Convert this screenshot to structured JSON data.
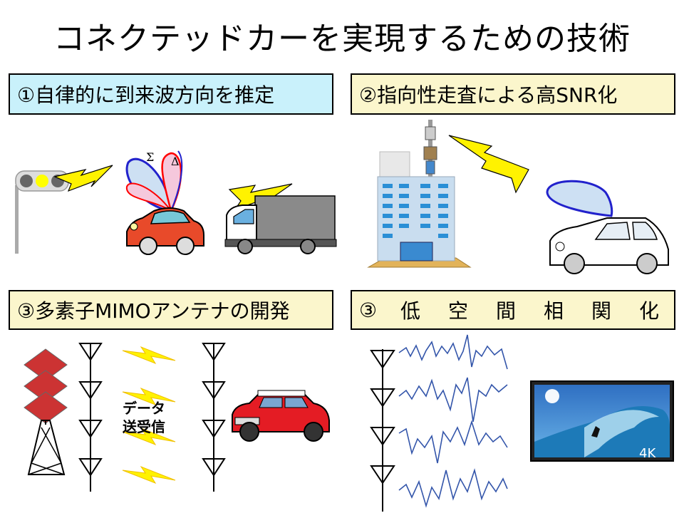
{
  "title": "コネクテッドカーを実現するための技術",
  "panels": [
    {
      "label": "①自律的に到来波方向を推定"
    },
    {
      "label": "②指向性走査による高SNR化"
    },
    {
      "label": "③多素子MIMOアンテナの開発"
    },
    {
      "label_parts": [
        "③",
        "低",
        "空",
        "間",
        "相",
        "関",
        "化"
      ]
    }
  ],
  "beam_symbols": {
    "sum": "Σ",
    "delta": "Δ"
  },
  "mimo": {
    "line1": "データ",
    "line2": "送受信"
  },
  "tv": {
    "badge": "4K"
  },
  "icons": [
    "traffic-light-icon",
    "lightning-icon",
    "car-icon",
    "truck-icon",
    "building-icon",
    "base-station-antenna-icon",
    "beam-pattern-icon",
    "tower-icon",
    "antenna-element-icon",
    "waveform-icon",
    "tv-icon"
  ],
  "colors": {
    "label_blue": "#c9f1fb",
    "label_yellow": "#fbf6cc",
    "lightning": "#fff200",
    "beam_fill": "#cde0f3",
    "beam_stroke": "#2222cc",
    "beam_red": "#ff0000"
  }
}
